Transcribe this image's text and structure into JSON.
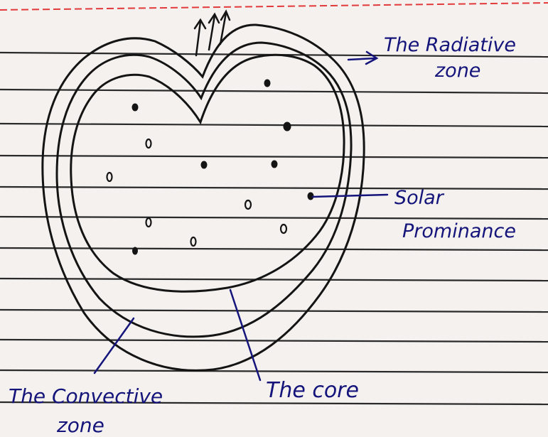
{
  "colors": {
    "paper": "#f4f1ef",
    "rule": "#2a2a2a",
    "margin": "#e23a3a",
    "pencil": "#141414",
    "ink": "#14147a"
  },
  "labels": {
    "radiative_line1": "The Radiative",
    "radiative_line2": "zone",
    "solar_line1": "Solar",
    "solar_line2": "Prominance",
    "core": "The core",
    "convective_line1": "The Convective",
    "convective_line2": "zone"
  }
}
